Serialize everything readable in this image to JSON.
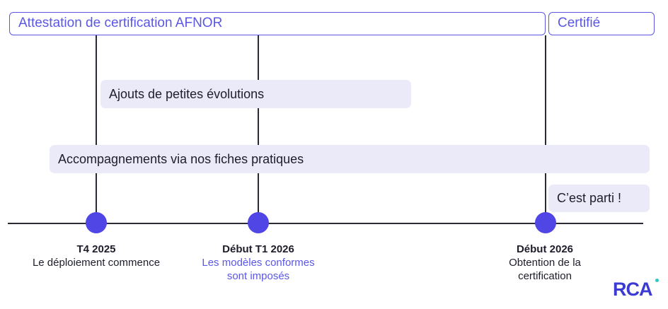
{
  "phases": {
    "attestation": "Attestation de certification AFNOR",
    "certified": "Certifié"
  },
  "bars": {
    "evolutions": "Ajouts de petites évolutions",
    "accompagnements": "Accompagnements via nos fiches pratiques",
    "cest_parti": "C’est parti !"
  },
  "milestones": [
    {
      "title": "T4 2025",
      "desc": "Le déploiement commence"
    },
    {
      "title": "Début T1 2026",
      "desc": "Les modèles conformes sont imposés"
    },
    {
      "title": "Début 2026",
      "desc": "Obtention de la certification"
    }
  ],
  "logo": "RCA",
  "colors": {
    "accent": "#5b57e6",
    "dot": "#4f46e5",
    "bar_fill": "#ebeaf9",
    "logo_dot": "#2fc7c0"
  }
}
